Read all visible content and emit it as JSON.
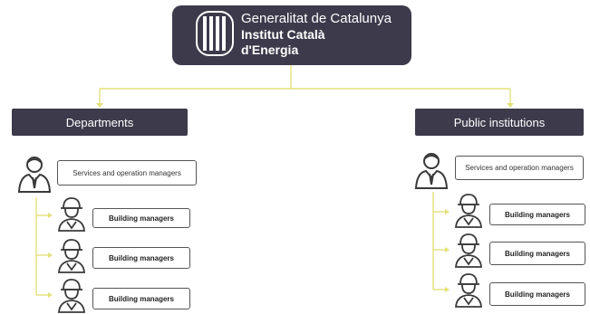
{
  "org": {
    "line1": "Generalitat de Catalunya",
    "line2": "Institut Català",
    "line3": "d'Energia"
  },
  "left": {
    "header": "Departments",
    "services": "Services and operation managers",
    "buildings": [
      "Building managers",
      "Building managers",
      "Building managers"
    ]
  },
  "right": {
    "header": "Public institutions",
    "services": "Services and operation managers",
    "buildings": [
      "Building managers",
      "Building managers",
      "Building managers"
    ]
  },
  "colors": {
    "header_bg": "#3d3a4b",
    "connector": "#e3e07a",
    "icon": "#3a3a3a"
  },
  "icons": [
    "catalonia-logo-icon",
    "manager-person-icon",
    "building-worker-icon"
  ]
}
